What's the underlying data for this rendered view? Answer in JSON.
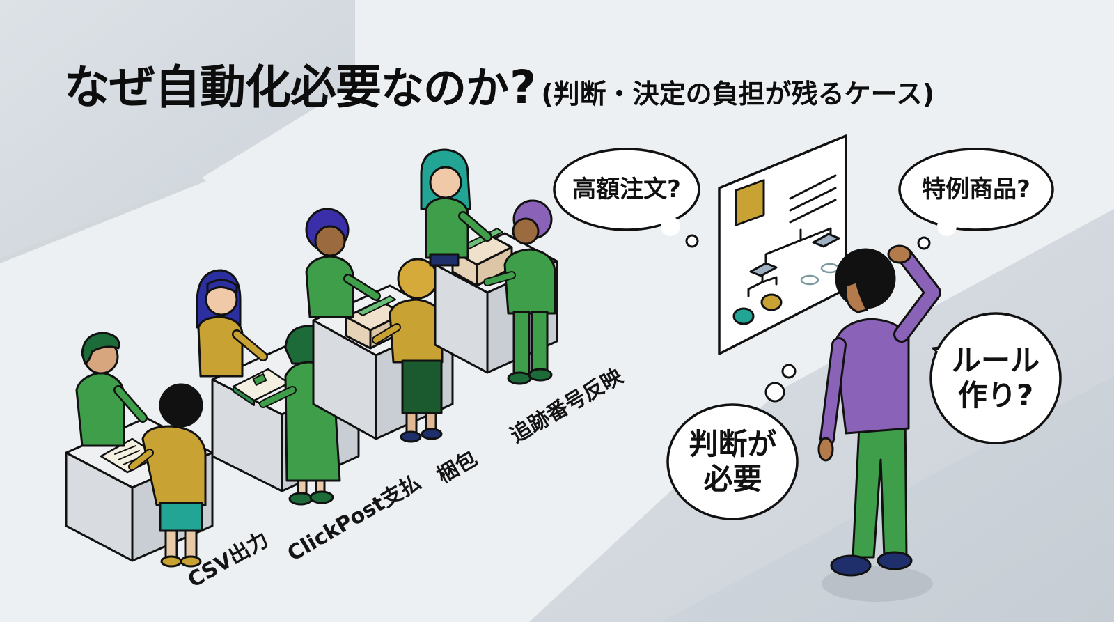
{
  "title": {
    "main": "なぜ自動化必要",
    "kana": "なのか",
    "question_mark": "?",
    "subtitle": "(判断・決定の負担が残るケース)"
  },
  "stations": [
    {
      "label": "CSV出力",
      "worker_shirt": "#3f9e4a",
      "customer_shirt": "#c9a234",
      "item": "document"
    },
    {
      "label": "ClickPost支払",
      "worker_shirt": "#c9a234",
      "customer_shirt": "#3f9e4a",
      "item": "payment-book"
    },
    {
      "label": "梱包",
      "worker_shirt": "#3f9e4a",
      "customer_shirt": "#c9a234",
      "item": "box"
    },
    {
      "label": "追跡番号反映",
      "worker_shirt": "#3f9e4a",
      "customer_shirt": "#3f9e4a",
      "item": "box"
    }
  ],
  "thoughts": {
    "high_value_order": "高額注文?",
    "special_item": "特例商品?",
    "rule_making_line1": "ルール",
    "rule_making_line2": "作り?",
    "judgment_line1": "判断が",
    "judgment_line2": "必要"
  },
  "flowchart_board": {
    "icon": "package-icon",
    "nodes": [
      "decision",
      "decision",
      "teal-outcome",
      "gold-outcome",
      "pending-outcome",
      "pending-outcome"
    ]
  },
  "colors": {
    "background": "#eceff1",
    "shadow_panel": "#cdd4da",
    "green": "#3f9e4a",
    "dark_green": "#1e6b3a",
    "gold": "#c9a234",
    "teal": "#23a596",
    "purple": "#8a63b8",
    "navy": "#1f2f6b",
    "outline": "#111111",
    "counter": "#e4e7ea",
    "counter_side": "#c9ced4"
  }
}
